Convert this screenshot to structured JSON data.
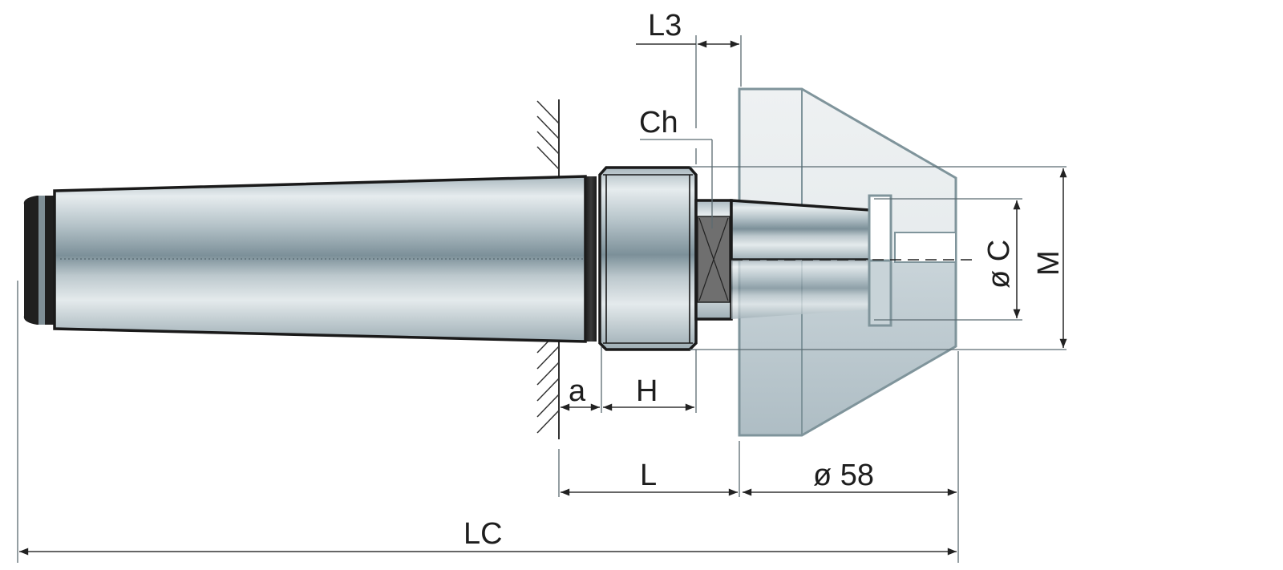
{
  "drawing": {
    "title": "Live center with pipe cone (Morse taper shank)",
    "labels": {
      "L3": "L3",
      "Ch": "Ch",
      "a": "a",
      "H": "H",
      "L": "L",
      "diameter_58": "ø 58",
      "LC": "LC",
      "diameter_C": "ø C",
      "M": "M"
    },
    "colors": {
      "steel_light": "#e4eaed",
      "steel_mid": "#aebcc3",
      "steel_dark": "#7a8e97",
      "cone_ghost": "#dfe5e8",
      "outline": "#1a1a1a",
      "dimension": "#333333"
    }
  }
}
